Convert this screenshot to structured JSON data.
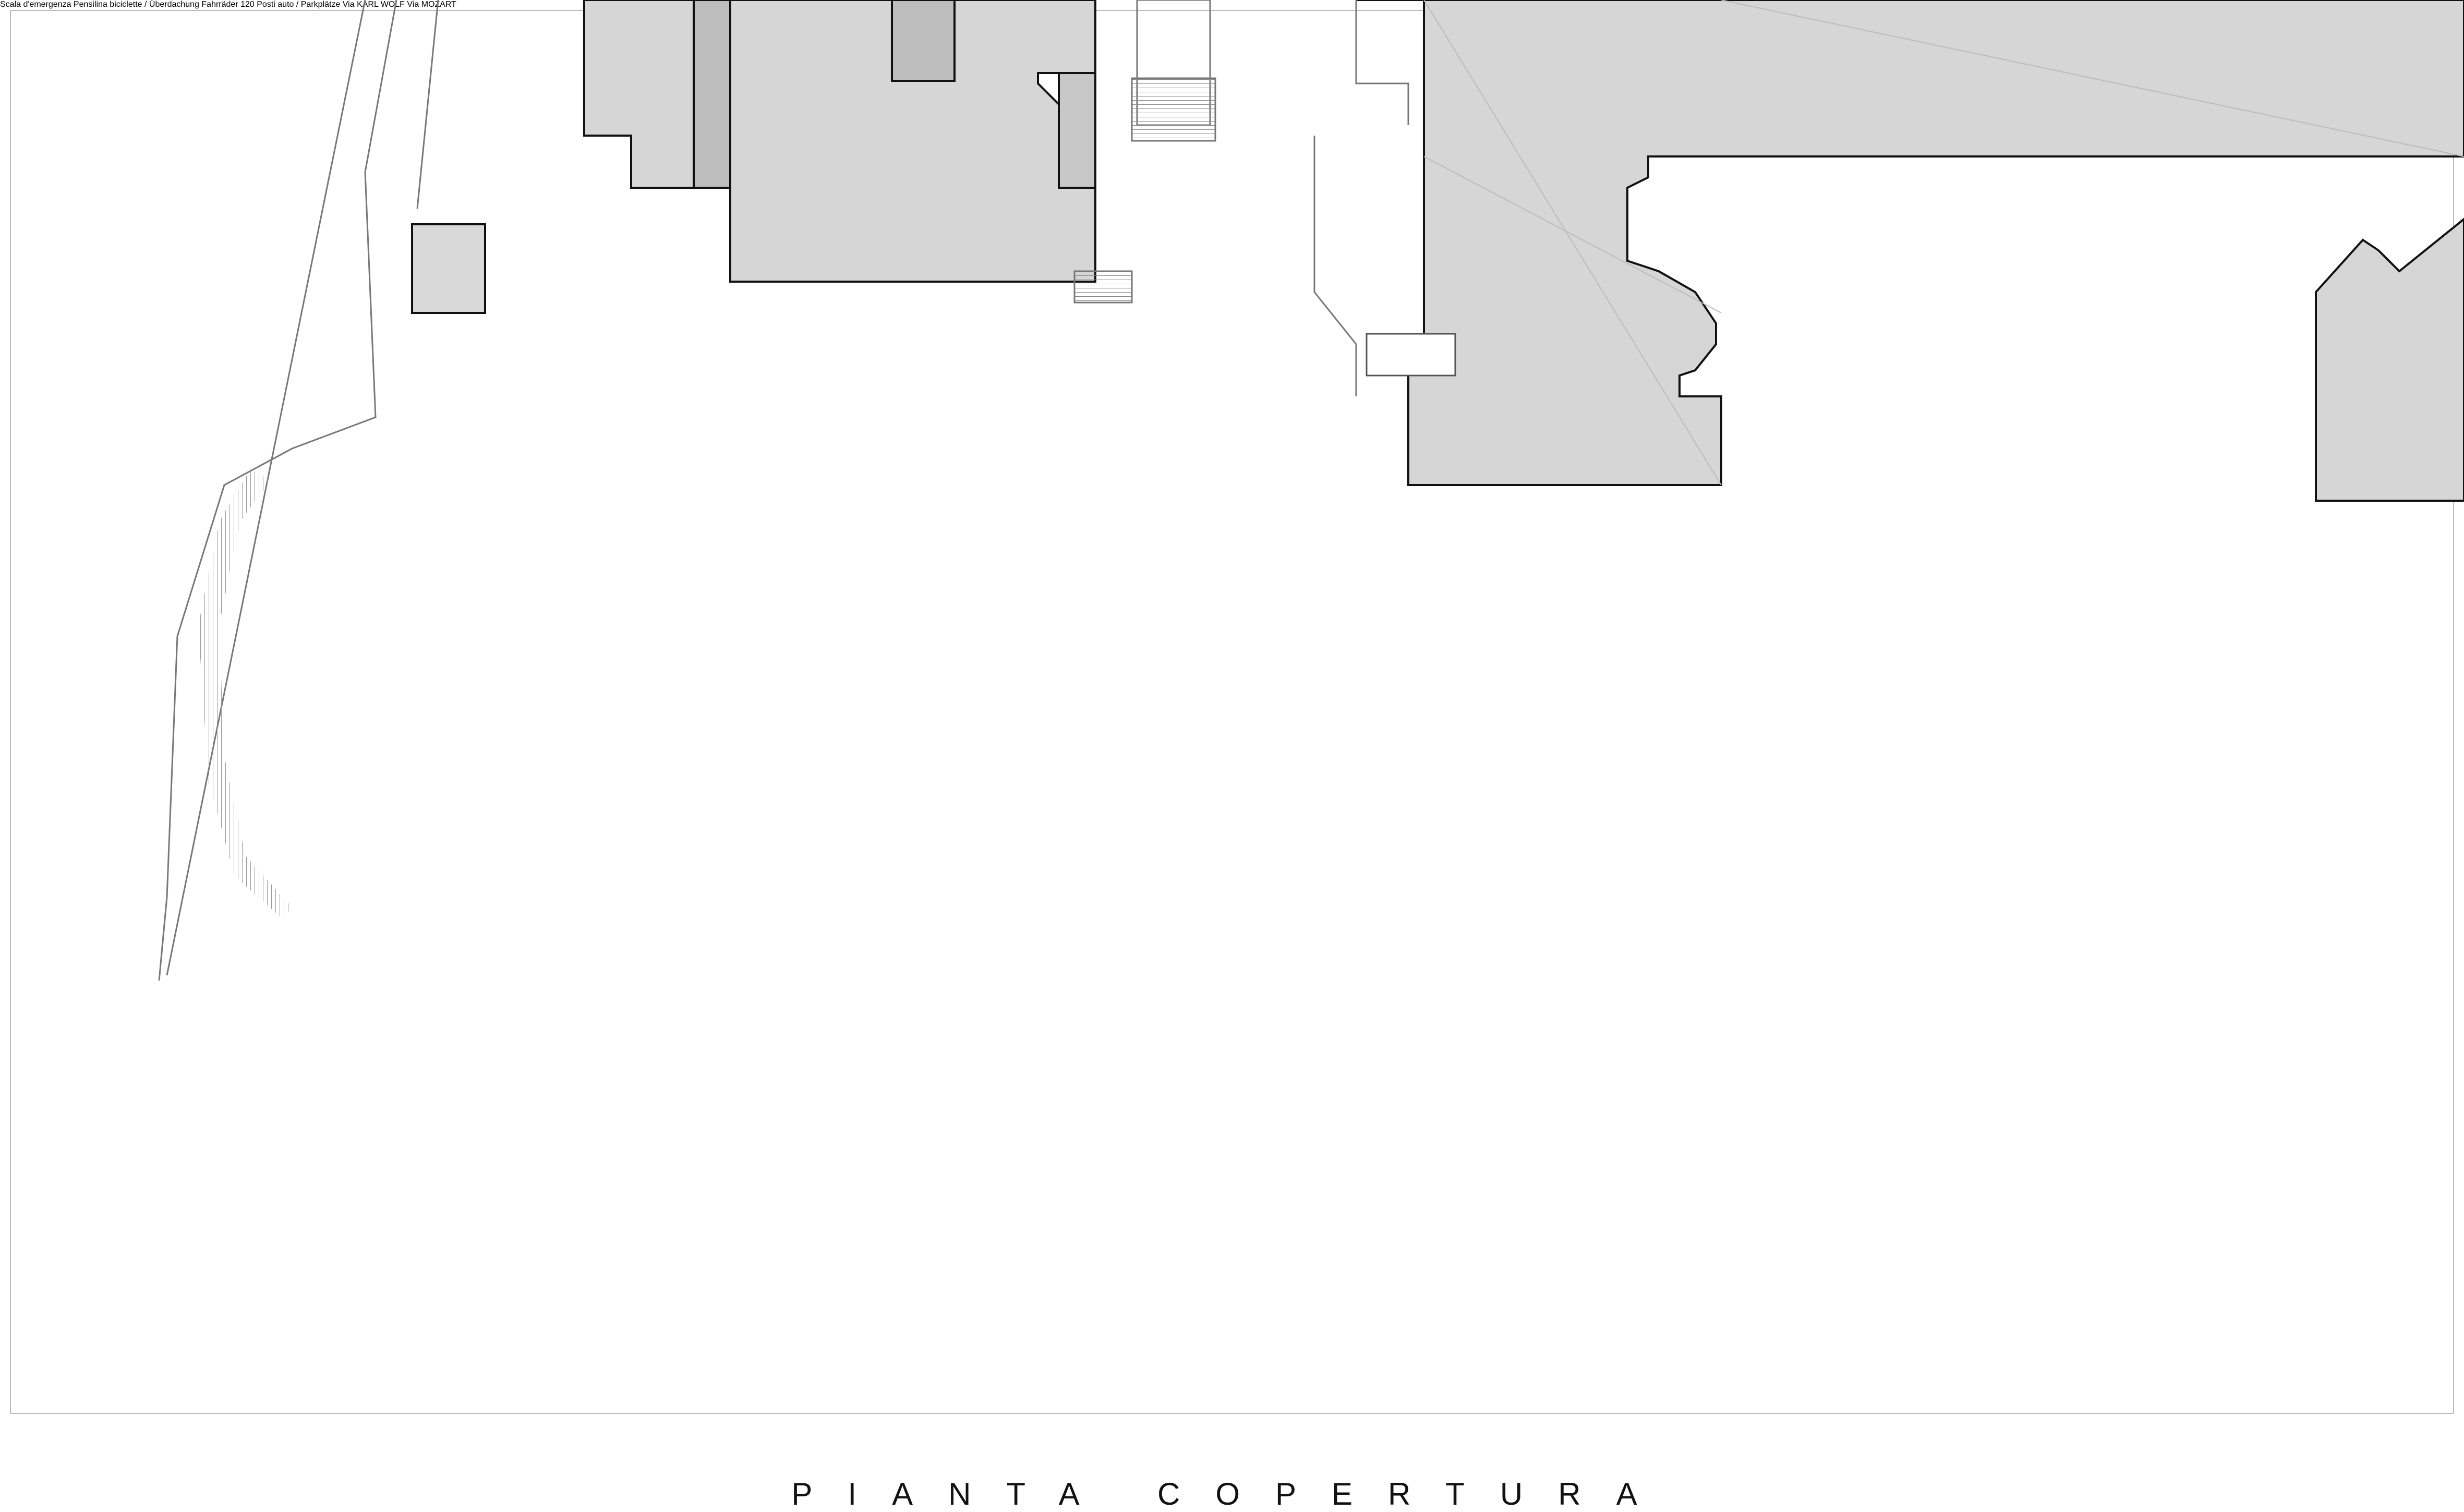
{
  "drawing": {
    "title": "PIANTA COPERTURA",
    "labels": {
      "emergency_stairs": "Scala d'emergenza",
      "bike_shelter": "Pensilina biciclette / Überdachung Fahrräder",
      "parking": "120 Posti auto / Parkplätze",
      "street_karl_wolf": "Via KARL WOLF",
      "street_mozart": "Via MOZART"
    }
  },
  "colors": {
    "line": "#555555",
    "building_fill": "#d9d9d9",
    "building_dark": "#c4c4c4",
    "tree_shadow": "#cfcfcf",
    "hatch": "#b8b8b8",
    "gravel": "#f4f4f4"
  },
  "icons": [
    "tree-symbol",
    "stair-symbol",
    "skylight-symbol"
  ]
}
